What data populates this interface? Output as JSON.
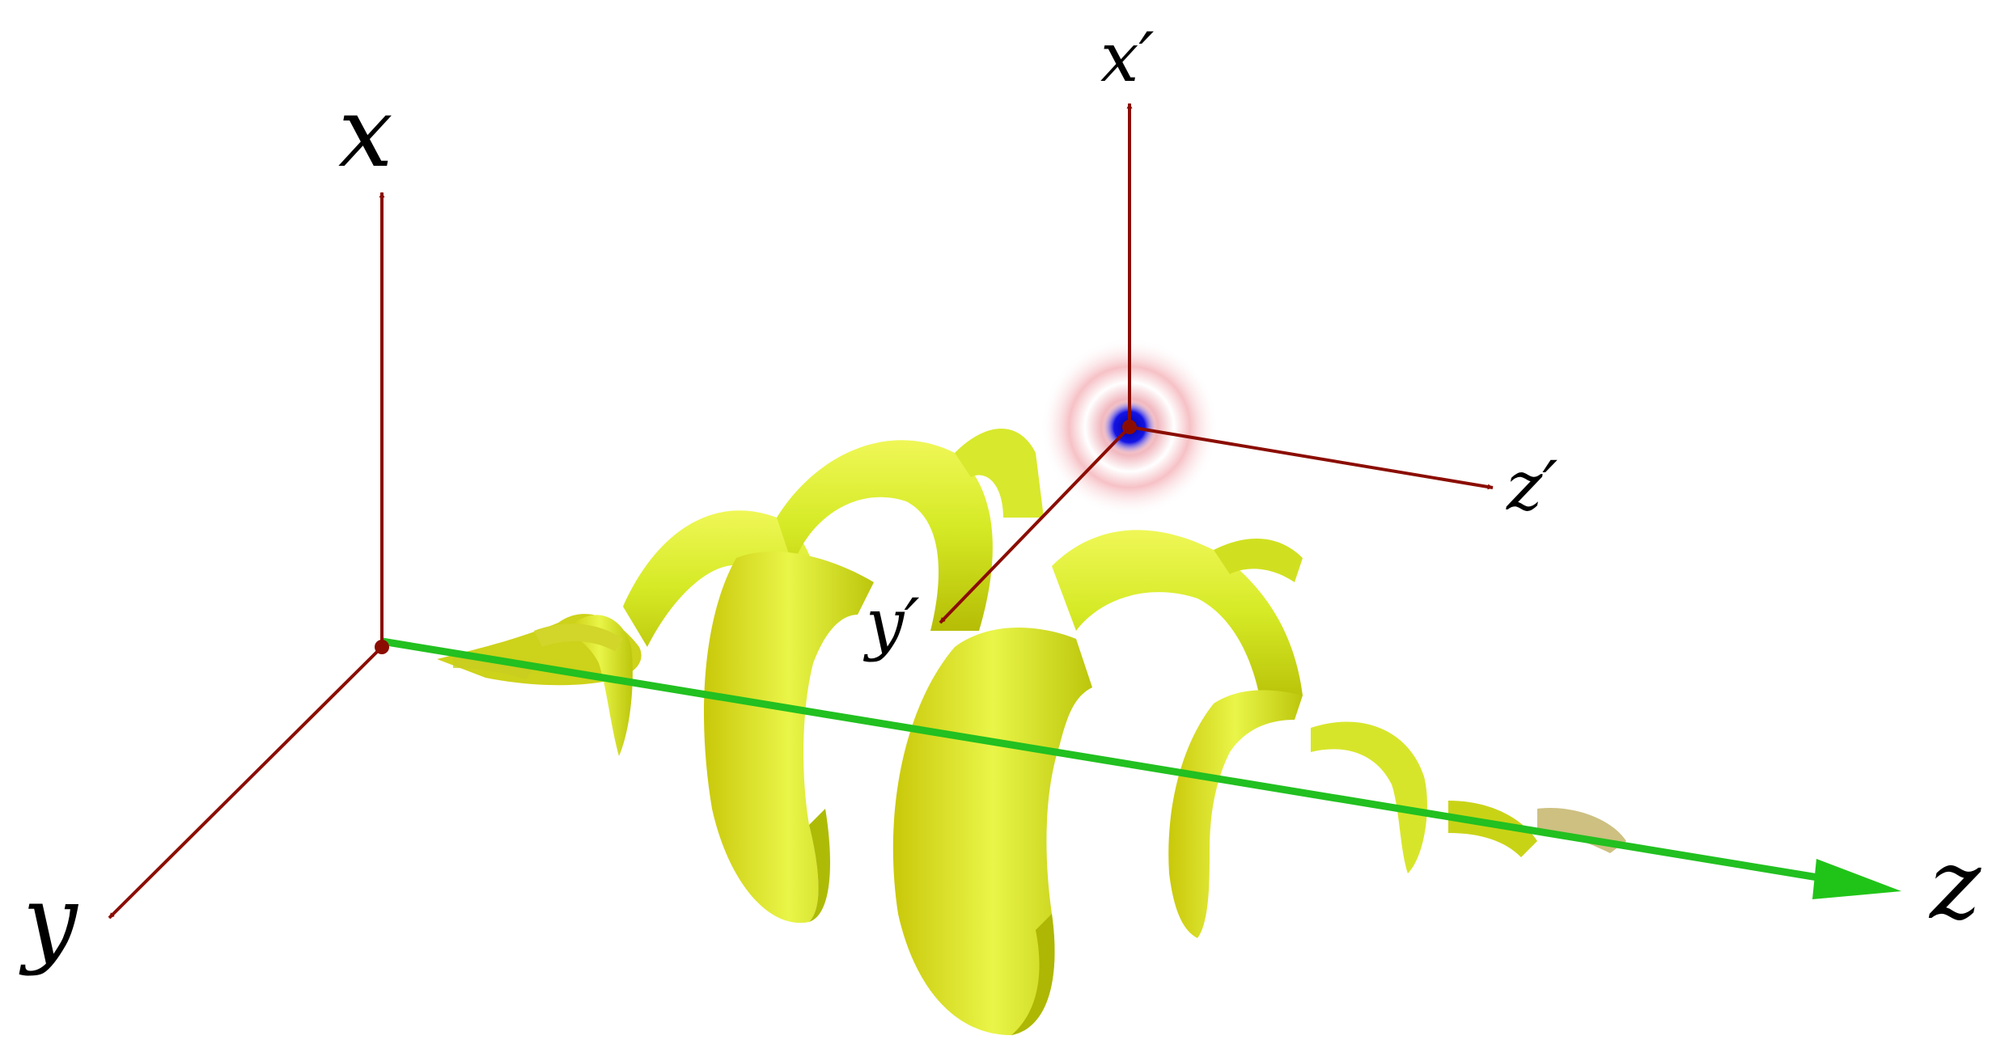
{
  "labels": {
    "lab_x": "x",
    "lab_y": "y",
    "lab_z": "z",
    "lab_xp": "x′",
    "lab_yp": "y′",
    "lab_zp": "z′"
  },
  "colors": {
    "frame_axes": "#8b0d02",
    "beam_axis": "#22c020",
    "helix_light": "#e4f23a",
    "helix_mid": "#c8e21e",
    "helix_dark": "#a9b400",
    "particle_core": "#0a0ad8",
    "particle_halo": "#f4a3a8"
  }
}
